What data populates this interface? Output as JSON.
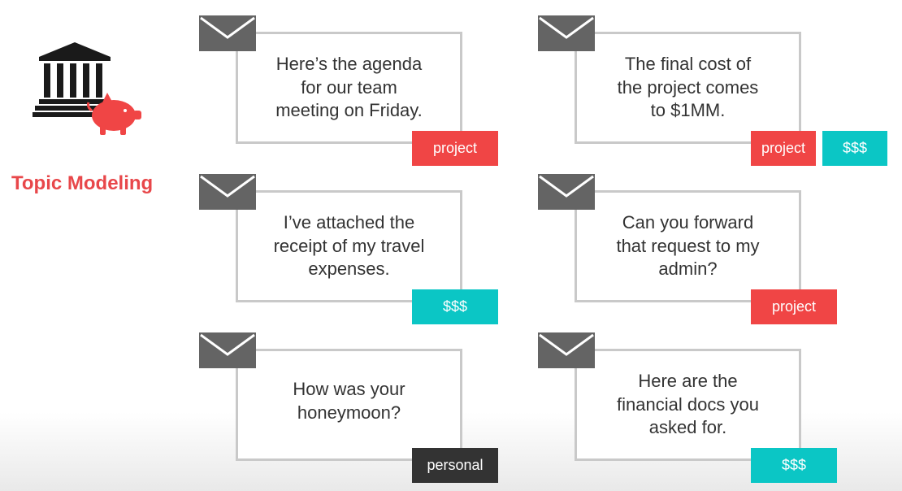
{
  "title": "Topic Modeling",
  "colors": {
    "title": "#e8474a",
    "project": "#f04545",
    "money": "#0bc6c5",
    "personal": "#333333",
    "envelope": "#646464",
    "frame": "#c9c9c9",
    "piggy": "#f04545"
  },
  "logo": {
    "icons": [
      "bank-icon",
      "piggy-bank-icon"
    ]
  },
  "emails": [
    {
      "text": "Here’s the agenda for our team meeting on Friday.",
      "tags": [
        {
          "label": "project",
          "kind": "project"
        }
      ]
    },
    {
      "text": "The final cost of the project comes to $1MM.",
      "tags": [
        {
          "label": "project",
          "kind": "project"
        },
        {
          "label": "$$$",
          "kind": "money"
        }
      ]
    },
    {
      "text": "I’ve attached the receipt of my travel expenses.",
      "tags": [
        {
          "label": "$$$",
          "kind": "money"
        }
      ]
    },
    {
      "text": "Can you forward that request to my admin?",
      "tags": [
        {
          "label": "project",
          "kind": "project"
        }
      ]
    },
    {
      "text": "How was your honeymoon?",
      "tags": [
        {
          "label": "personal",
          "kind": "personal"
        }
      ]
    },
    {
      "text": "Here are the financial docs you asked for.",
      "tags": [
        {
          "label": "$$$",
          "kind": "money"
        }
      ]
    }
  ]
}
